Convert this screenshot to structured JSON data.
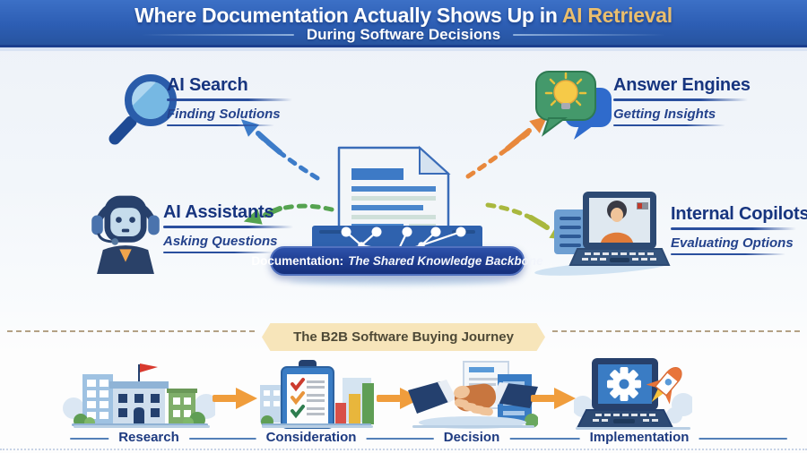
{
  "header": {
    "title_prefix": "Where Documentation Actually Shows Up in",
    "title_highlight": "AI Retrieval",
    "subtitle": "During Software Decisions"
  },
  "channels": [
    {
      "id": "ai-search",
      "title": "AI Search",
      "subtitle": "Finding Solutions",
      "icon": "magnifier-icon",
      "arrow_color": "#3d7cc9"
    },
    {
      "id": "answer-engines",
      "title": "Answer Engines",
      "subtitle": "Getting Insights",
      "icon": "speech-bubbles-lightbulb-icon",
      "arrow_color": "#e8883c"
    },
    {
      "id": "ai-assistants",
      "title": "AI Assistants",
      "subtitle": "Asking Questions",
      "icon": "robot-headset-icon",
      "arrow_color": "#55a350"
    },
    {
      "id": "internal-copilots",
      "title": "Internal Copilots",
      "subtitle": "Evaluating Options",
      "icon": "laptop-video-call-icon",
      "arrow_color": "#a9b83e"
    }
  ],
  "documentation": {
    "label_bold": "Documentation:",
    "label_rest": "The Shared Knowledge Backbone",
    "icon": "document-icon"
  },
  "journey": {
    "title": "The B2B Software Buying Journey",
    "stages": [
      {
        "label": "Research",
        "icon": "buildings-icon"
      },
      {
        "label": "Consideration",
        "icon": "clipboard-checklist-icon"
      },
      {
        "label": "Decision",
        "icon": "handshake-icon"
      },
      {
        "label": "Implementation",
        "icon": "laptop-rocket-icon"
      }
    ]
  },
  "colors": {
    "banner_blue": "#2d5eb4",
    "title_gold": "#eabe6d",
    "navy_text": "#17357f",
    "doc_banner_navy": "#1d3a8c",
    "journey_arrow_orange": "#f09d3c",
    "ribbon_bg": "#f7e5ba"
  }
}
